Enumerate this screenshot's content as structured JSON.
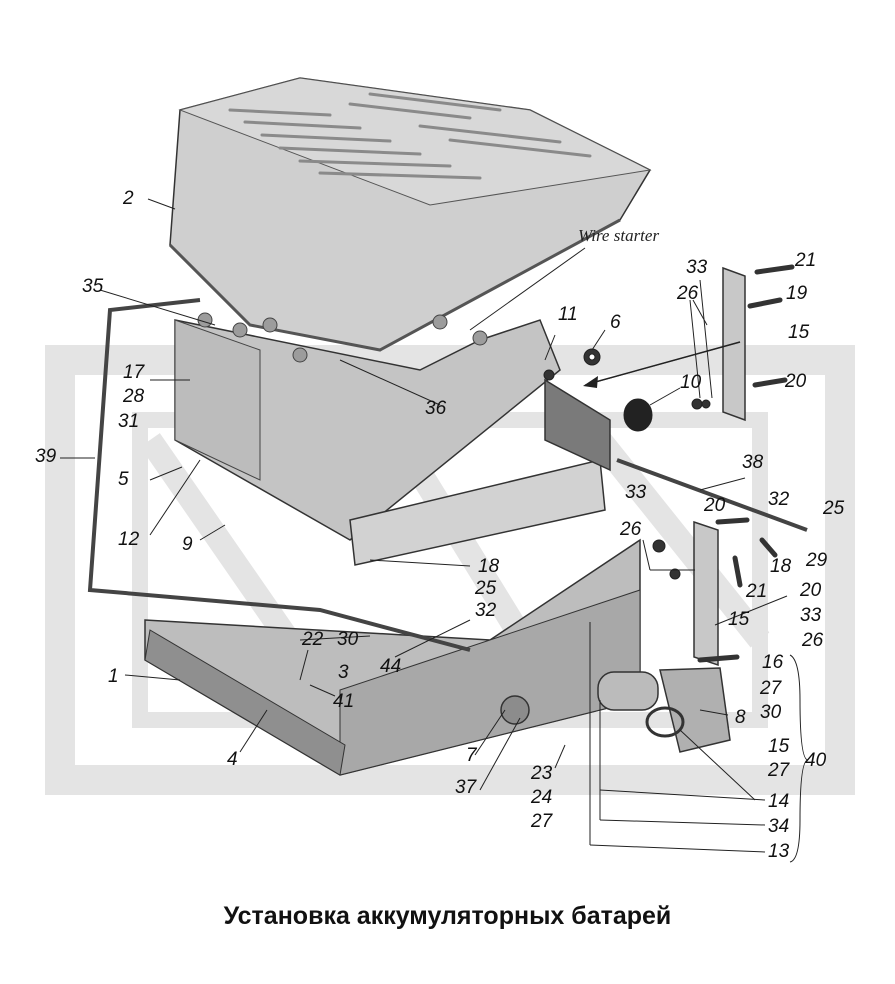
{
  "caption": "Установка аккумуляторных батарей",
  "annotation": "Wire starter",
  "callouts": {
    "c1": "1",
    "c2": "2",
    "c3": "3",
    "c4": "4",
    "c5": "5",
    "c6": "6",
    "c7": "7",
    "c8": "8",
    "c9": "9",
    "c10": "10",
    "c11": "11",
    "c12": "12",
    "c13": "13",
    "c14": "14",
    "c15a": "15",
    "c15b": "15",
    "c15c": "15",
    "c16": "16",
    "c17": "17",
    "c18a": "18",
    "c18b": "18",
    "c19": "19",
    "c20a": "20",
    "c20b": "20",
    "c20c": "20",
    "c21a": "21",
    "c21b": "21",
    "c22": "22",
    "c23": "23",
    "c24": "24",
    "c25a": "25",
    "c25b": "25",
    "c26a": "26",
    "c26b": "26",
    "c26c": "26",
    "c27a": "27",
    "c27b": "27",
    "c27c": "27",
    "c28": "28",
    "c29": "29",
    "c30a": "30",
    "c30b": "30",
    "c31": "31",
    "c32a": "32",
    "c32b": "32",
    "c33a": "33",
    "c33b": "33",
    "c33c": "33",
    "c34": "34",
    "c35": "35",
    "c36": "36",
    "c37": "37",
    "c38": "38",
    "c39": "39",
    "c40": "40",
    "c41": "41",
    "c44": "44"
  },
  "colors": {
    "background": "#ffffff",
    "watermark": "#e2e2e2",
    "body": "#c9c9c9",
    "shade": "#9a9a9a",
    "dark": "#444444",
    "line": "#222222"
  }
}
